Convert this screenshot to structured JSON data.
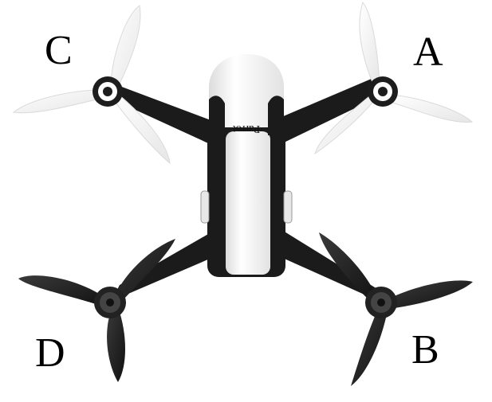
{
  "labels": {
    "a": "A",
    "b": "B",
    "c": "C",
    "d": "D"
  },
  "body": {
    "brand_text": "Parrot"
  },
  "colors": {
    "body_white": "#f4f4f4",
    "arm_black": "#1b1b1b",
    "front_prop": "#ffffff",
    "rear_prop": "#1e1e1e"
  },
  "icons": {
    "propeller_front_left": "white-propeller-icon",
    "propeller_front_right": "white-propeller-icon",
    "propeller_rear_left": "black-propeller-icon",
    "propeller_rear_right": "black-propeller-icon"
  }
}
